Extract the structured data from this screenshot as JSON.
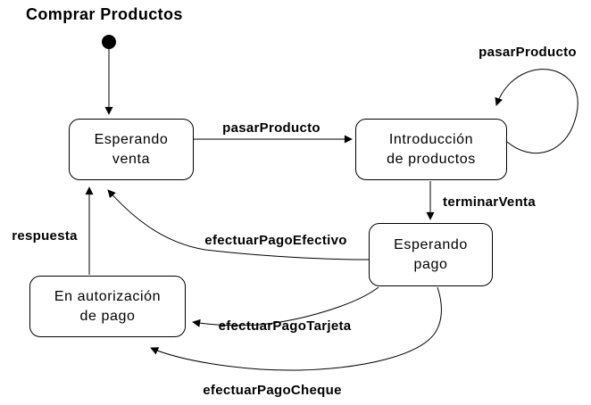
{
  "diagram": {
    "title": "Comprar Productos",
    "states": {
      "esperando_venta": {
        "line1": "Esperando",
        "line2": "venta"
      },
      "introduccion_productos": {
        "line1": "Introducción",
        "line2": "de productos"
      },
      "esperando_pago": {
        "line1": "Esperando",
        "line2": "pago"
      },
      "autorizacion_pago": {
        "line1": "En autorización",
        "line2": "de pago"
      }
    },
    "transitions": {
      "pasar_producto": "pasarProducto",
      "pasar_producto_loop": "pasarProducto",
      "terminar_venta": "terminarVenta",
      "respuesta": "respuesta",
      "efectuar_pago_efectivo": "efectuarPagoEfectivo",
      "efectuar_pago_tarjeta": "efectuarPagoTarjeta",
      "efectuar_pago_cheque": "efectuarPagoCheque"
    },
    "colors": {
      "line": "#000000",
      "text": "#000000",
      "state_fill": "#ffffff",
      "background": "#ffffff"
    }
  }
}
